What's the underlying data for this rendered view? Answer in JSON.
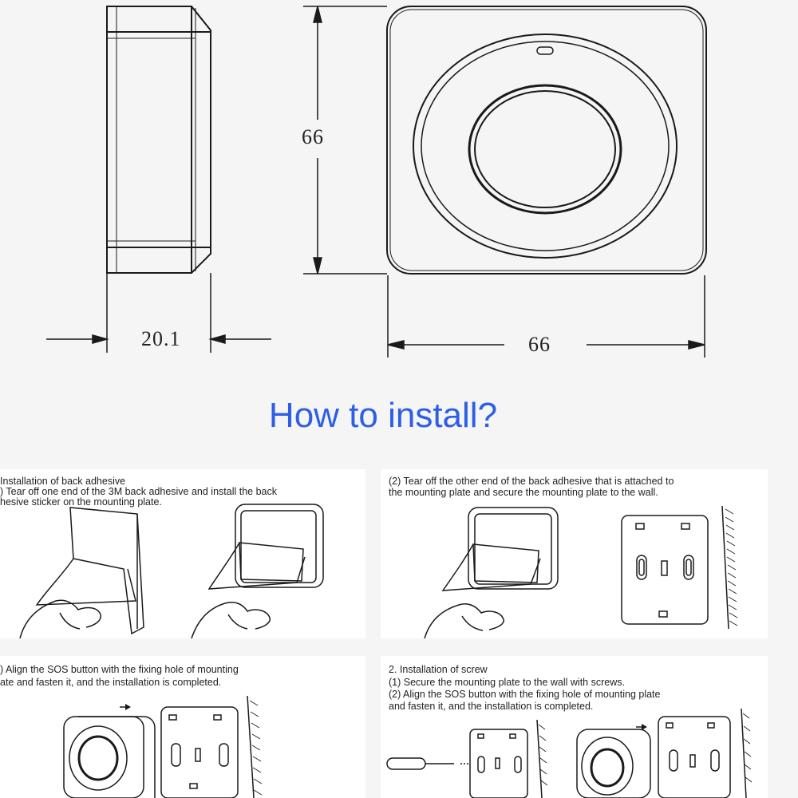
{
  "dimensions": {
    "height_label": "66",
    "depth_label": "20.1",
    "width_label": "66"
  },
  "heading": "How to install?",
  "steps": [
    {
      "lines": [
        "Installation of back adhesive",
        ") Tear off one end of the 3M back adhesive and install the back",
        "hesive sticker on the mounting plate."
      ]
    },
    {
      "lines": [
        " (2) Tear off the other end of the back adhesive that is attached to",
        "the mounting plate and secure the mounting plate to the wall."
      ]
    },
    {
      "lines": [
        ") Align the SOS button with the fixing hole of mounting",
        "ate and fasten it, and the installation is completed."
      ]
    },
    {
      "lines": [
        "2. Installation of screw",
        " (1) Secure the mounting plate to the wall with screws.",
        " (2) Align the SOS button with the fixing hole of mounting plate",
        "and fasten it, and the installation is completed."
      ]
    }
  ],
  "colors": {
    "heading": "#2c5ee8",
    "line": "#1a1a1a",
    "panel": "#ffffff",
    "background": "#f5f5f5"
  }
}
